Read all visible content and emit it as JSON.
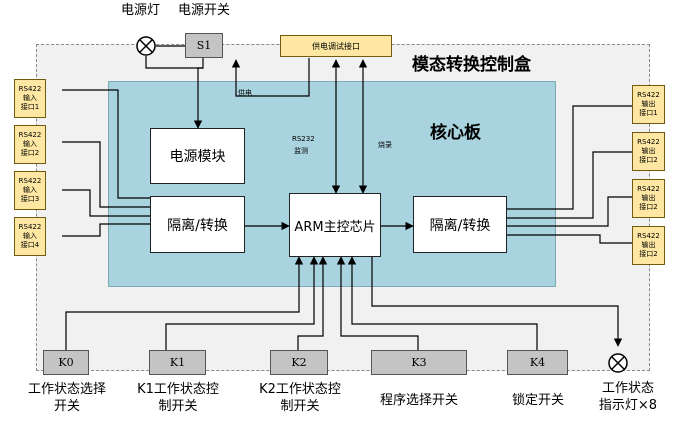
{
  "title_box": "模态转换控制盒",
  "title_core": "核心板",
  "top_labels": {
    "power_light": "电源灯",
    "power_switch": "电源开关"
  },
  "s1": "S1",
  "debug_port": "供电调试接口",
  "power_tag": "供电",
  "rs232_lines": [
    "RS232",
    "监测"
  ],
  "burn_label": "烧录",
  "power_module": "电源模块",
  "iso_left": "隔离/转换",
  "arm": "ARM主控芯片",
  "iso_right": "隔离/转换",
  "inputs": [
    {
      "l1": "RS422",
      "l2": "输入",
      "l3": "接口1"
    },
    {
      "l1": "RS422",
      "l2": "输入",
      "l3": "接口2"
    },
    {
      "l1": "RS422",
      "l2": "输入",
      "l3": "接口3"
    },
    {
      "l1": "RS422",
      "l2": "输入",
      "l3": "接口4"
    }
  ],
  "outputs": [
    {
      "l1": "RS422",
      "l2": "输出",
      "l3": "接口1"
    },
    {
      "l1": "RS422",
      "l2": "输出",
      "l3": "接口2"
    },
    {
      "l1": "RS422",
      "l2": "输出",
      "l3": "接口2"
    },
    {
      "l1": "RS422",
      "l2": "输出",
      "l3": "接口2"
    }
  ],
  "switches": [
    {
      "id": "K0",
      "lines": [
        "工作状态选择",
        "开关"
      ]
    },
    {
      "id": "K1",
      "lines": [
        "K1工作状态控",
        "制开关"
      ]
    },
    {
      "id": "K2",
      "lines": [
        "K2工作状态控",
        "制开关"
      ]
    },
    {
      "id": "K3",
      "lines": [
        "程序选择开关"
      ]
    },
    {
      "id": "K4",
      "lines": [
        "锁定开关"
      ]
    }
  ],
  "status_light": [
    "工作状态",
    "指示灯×8"
  ]
}
